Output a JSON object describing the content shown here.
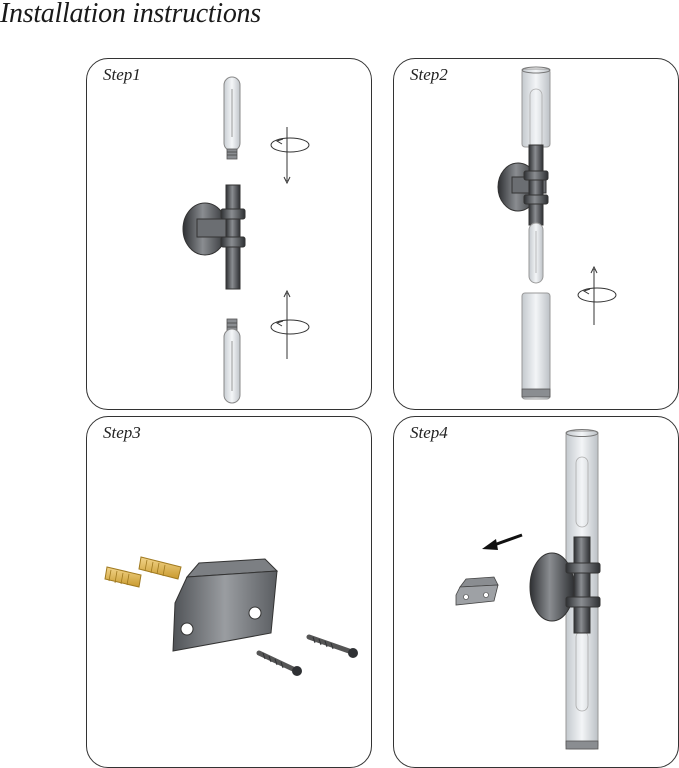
{
  "title": "Installation instructions",
  "steps": [
    {
      "label": "Step1"
    },
    {
      "label": "Step2"
    },
    {
      "label": "Step3"
    },
    {
      "label": "Step4"
    }
  ],
  "colors": {
    "metal": "#5c5f63",
    "metal_dark": "#2f3134",
    "glass": "#d8dde2",
    "brass": "#d9b24a",
    "line": "#333333"
  },
  "icons": [
    "bulb-icon",
    "rotate-arrow-icon",
    "wall-sconce-icon",
    "glass-tube-icon",
    "anchor-plug-icon",
    "mounting-bracket-icon",
    "screw-icon",
    "arrow-icon"
  ]
}
